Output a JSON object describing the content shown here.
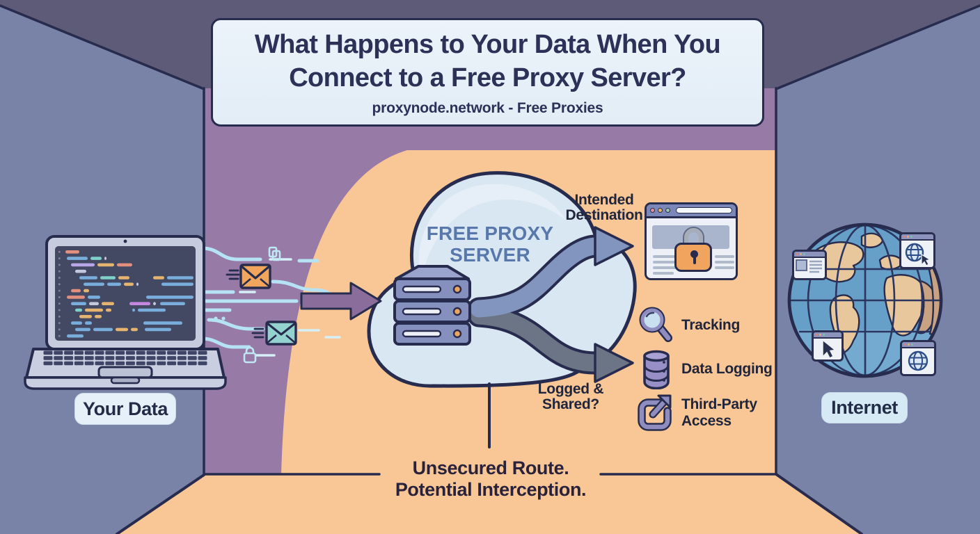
{
  "banner": {
    "title_line1": "What Happens to Your Data When You",
    "title_line2": "Connect to a Free Proxy Server?",
    "subtitle": "proxynode.network - Free Proxies"
  },
  "nodes": {
    "source_label": "Your Data",
    "proxy_line1": "FREE PROXY",
    "proxy_line2": "SERVER",
    "destination_line1": "Intended",
    "destination_line2": "Destination",
    "logged_line1": "Logged &",
    "logged_line2": "Shared?",
    "internet_label": "Internet"
  },
  "risks": [
    {
      "icon": "magnifier-icon",
      "label": "Tracking"
    },
    {
      "icon": "database-icon",
      "label": "Data Logging"
    },
    {
      "icon": "external-link-icon",
      "label": "Third-Party Access"
    }
  ],
  "warning": {
    "line1": "Unsecured Route.",
    "line2": "Potential Interception."
  },
  "colors": {
    "wall_side": "#7983A7",
    "ceiling": "#5D5B78",
    "wall_back": "#977AA5",
    "floor_orange": "#F8C795",
    "outline_navy": "#272C4E",
    "panel_light": "#E7F0F8",
    "cloud_blue": "#D9E7F3",
    "proxy_text_blue": "#5878AC",
    "text_dark": "#20253B",
    "arrow_inbound_purple": "#8A6D9B",
    "arrow_safe_blue": "#8295BE",
    "arrow_risk_gray": "#6B7585",
    "stream_cyan": "#B5E3F3",
    "envelope_orange": "#F2A55C",
    "envelope_teal": "#93D2CE",
    "icon_purple": "#8F8CC0",
    "lock_orange": "#F0A45E"
  }
}
